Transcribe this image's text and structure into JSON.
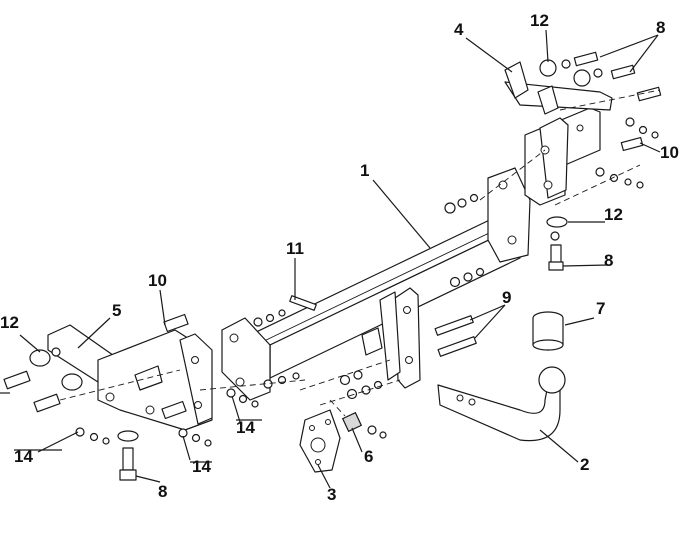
{
  "diagram": {
    "callouts": [
      {
        "id": "1",
        "label": "1"
      },
      {
        "id": "2",
        "label": "2"
      },
      {
        "id": "3",
        "label": "3"
      },
      {
        "id": "4",
        "label": "4"
      },
      {
        "id": "5",
        "label": "5"
      },
      {
        "id": "6",
        "label": "6"
      },
      {
        "id": "7",
        "label": "7"
      },
      {
        "id": "8a",
        "label": "8"
      },
      {
        "id": "8b",
        "label": "8"
      },
      {
        "id": "8c",
        "label": "8"
      },
      {
        "id": "9",
        "label": "9"
      },
      {
        "id": "10a",
        "label": "10"
      },
      {
        "id": "10b",
        "label": "10"
      },
      {
        "id": "11",
        "label": "11"
      },
      {
        "id": "12a",
        "label": "12"
      },
      {
        "id": "12b",
        "label": "12"
      },
      {
        "id": "12c",
        "label": "12"
      },
      {
        "id": "14a",
        "label": "14"
      },
      {
        "id": "14b",
        "label": "14"
      },
      {
        "id": "14c",
        "label": "14"
      }
    ]
  }
}
